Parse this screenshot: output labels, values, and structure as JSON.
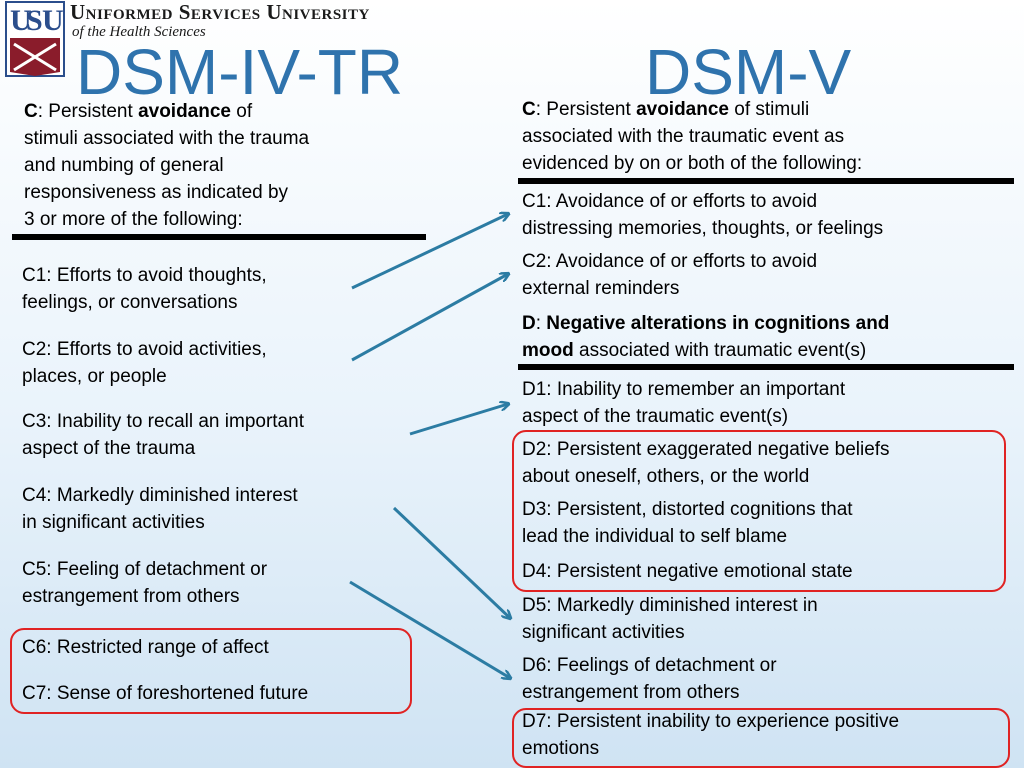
{
  "header": {
    "university_name": "Uniformed Services University",
    "university_sub": "of the Health Sciences",
    "logo_letters": "USU"
  },
  "left": {
    "title": "DSM-IV-TR",
    "intro": {
      "lead": "C",
      "l1_pre": ": Persistent ",
      "l1_bold": "avoidance",
      "l1_post": " of",
      "l2": "stimuli associated with the trauma",
      "l3": "and numbing of general",
      "l4": "responsiveness as indicated by",
      "l5": "3 or more of the following:"
    },
    "items": [
      [
        "C1: Efforts to avoid thoughts,",
        "feelings, or conversations"
      ],
      [
        "C2: Efforts to avoid activities,",
        "places, or people"
      ],
      [
        "C3: Inability to recall an important",
        "aspect of the trauma"
      ],
      [
        "C4: Markedly diminished interest",
        "in significant activities"
      ],
      [
        "C5: Feeling of detachment or",
        "estrangement from others"
      ],
      [
        "C6: Restricted range of affect"
      ],
      [
        "C7: Sense of foreshortened future"
      ]
    ]
  },
  "right": {
    "title": "DSM-V",
    "intro": {
      "lead": "C",
      "l1_pre": ": Persistent ",
      "l1_bold": "avoidance",
      "l1_post": " of stimuli",
      "l2": "associated with the traumatic event as",
      "l3": "evidenced by on or both of the following:"
    },
    "c_items": [
      [
        "C1: Avoidance of or efforts to avoid",
        "distressing memories, thoughts, or feelings"
      ],
      [
        "C2: Avoidance of or efforts to avoid",
        "external reminders"
      ]
    ],
    "d_intro": {
      "lead": "D",
      "sep": ": ",
      "bold1": "Negative alterations in cognitions and",
      "bold2": "mood",
      "rest": " associated with traumatic event(s)"
    },
    "d_items": [
      [
        "D1: Inability to remember an important",
        "aspect of the traumatic event(s)"
      ],
      [
        "D2: Persistent exaggerated negative beliefs",
        "about oneself, others, or the world"
      ],
      [
        "D3: Persistent, distorted cognitions that",
        "lead the individual to self blame"
      ],
      [
        "D4: Persistent negative emotional state"
      ],
      [
        "D5: Markedly diminished interest in",
        "significant activities"
      ],
      [
        "D6: Feelings of detachment or",
        "estrangement from others"
      ],
      [
        "D7: Persistent inability to experience positive",
        "emotions"
      ]
    ]
  },
  "colors": {
    "title_blue": "#2f73ad",
    "arrow_blue": "#2c7ca3",
    "highlight_red": "#e02323",
    "logo_red": "#8a1c2b",
    "logo_blue": "#2b4e8c"
  }
}
